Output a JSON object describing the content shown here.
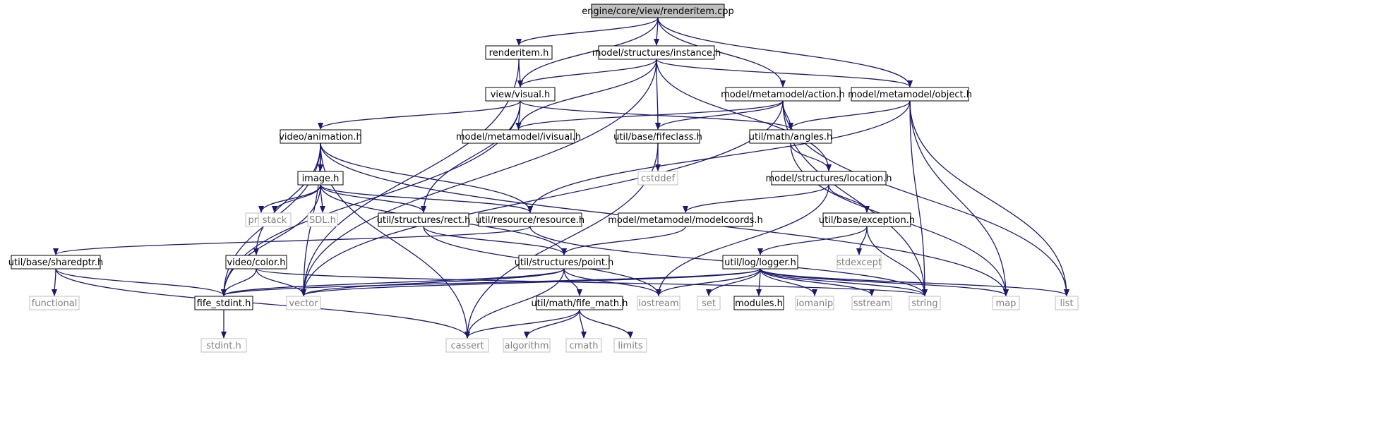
{
  "graph": {
    "colors": {
      "edge": "#191970",
      "node_border": "#000000",
      "ext_border": "#bfbfbf",
      "root_fill": "#bfbfbf",
      "text": "#000000",
      "ext_text": "#808080"
    },
    "nodes": [
      {
        "id": "root",
        "label": "engine/core/view/renderitem.cpp",
        "kind": "root"
      },
      {
        "id": "renderitem_h",
        "label": "renderitem.h",
        "kind": "file"
      },
      {
        "id": "instance_h",
        "label": "model/structures/instance.h",
        "kind": "file"
      },
      {
        "id": "visual_h",
        "label": "view/visual.h",
        "kind": "file"
      },
      {
        "id": "action_h",
        "label": "model/metamodel/action.h",
        "kind": "file"
      },
      {
        "id": "object_h",
        "label": "model/metamodel/object.h",
        "kind": "file"
      },
      {
        "id": "animation_h",
        "label": "video/animation.h",
        "kind": "file"
      },
      {
        "id": "ivisual_h",
        "label": "model/metamodel/ivisual.h",
        "kind": "file"
      },
      {
        "id": "fifeclass_h",
        "label": "util/base/fifeclass.h",
        "kind": "file"
      },
      {
        "id": "angles_h",
        "label": "util/math/angles.h",
        "kind": "file"
      },
      {
        "id": "cstddef",
        "label": "cstddef",
        "kind": "ext"
      },
      {
        "id": "image_h",
        "label": "image.h",
        "kind": "file"
      },
      {
        "id": "location_h",
        "label": "model/structures/location.h",
        "kind": "file"
      },
      {
        "id": "png_h",
        "label": "png.h",
        "kind": "ext"
      },
      {
        "id": "stack",
        "label": "stack",
        "kind": "ext"
      },
      {
        "id": "sdl_h",
        "label": "SDL.h",
        "kind": "ext"
      },
      {
        "id": "rect_h",
        "label": "util/structures/rect.h",
        "kind": "file"
      },
      {
        "id": "resource_h",
        "label": "util/resource/resource.h",
        "kind": "file"
      },
      {
        "id": "modelcoords_h",
        "label": "model/metamodel/modelcoords.h",
        "kind": "file"
      },
      {
        "id": "exception_h",
        "label": "util/base/exception.h",
        "kind": "file"
      },
      {
        "id": "sharedptr_h",
        "label": "util/base/sharedptr.h",
        "kind": "file"
      },
      {
        "id": "color_h",
        "label": "video/color.h",
        "kind": "file"
      },
      {
        "id": "point_h",
        "label": "util/structures/point.h",
        "kind": "file"
      },
      {
        "id": "stdexcept",
        "label": "stdexcept",
        "kind": "ext"
      },
      {
        "id": "logger_h",
        "label": "util/log/logger.h",
        "kind": "file"
      },
      {
        "id": "functional",
        "label": "functional",
        "kind": "ext"
      },
      {
        "id": "fife_stdint_h",
        "label": "fife_stdint.h",
        "kind": "file"
      },
      {
        "id": "vector",
        "label": "vector",
        "kind": "ext"
      },
      {
        "id": "fife_math_h",
        "label": "util/math/fife_math.h",
        "kind": "file"
      },
      {
        "id": "iostream",
        "label": "iostream",
        "kind": "ext"
      },
      {
        "id": "set",
        "label": "set",
        "kind": "ext"
      },
      {
        "id": "modules_h",
        "label": "modules.h",
        "kind": "file"
      },
      {
        "id": "iomanip",
        "label": "iomanip",
        "kind": "ext"
      },
      {
        "id": "sstream",
        "label": "sstream",
        "kind": "ext"
      },
      {
        "id": "string",
        "label": "string",
        "kind": "ext"
      },
      {
        "id": "map",
        "label": "map",
        "kind": "ext"
      },
      {
        "id": "list",
        "label": "list",
        "kind": "ext"
      },
      {
        "id": "stdint_h",
        "label": "stdint.h",
        "kind": "ext"
      },
      {
        "id": "cassert",
        "label": "cassert",
        "kind": "ext"
      },
      {
        "id": "algorithm",
        "label": "algorithm",
        "kind": "ext"
      },
      {
        "id": "cmath",
        "label": "cmath",
        "kind": "ext"
      },
      {
        "id": "limits",
        "label": "limits",
        "kind": "ext"
      }
    ],
    "edges": [
      [
        "root",
        "renderitem_h"
      ],
      [
        "root",
        "instance_h"
      ],
      [
        "root",
        "visual_h"
      ],
      [
        "root",
        "action_h"
      ],
      [
        "root",
        "object_h"
      ],
      [
        "renderitem_h",
        "visual_h"
      ],
      [
        "renderitem_h",
        "vector"
      ],
      [
        "instance_h",
        "visual_h"
      ],
      [
        "instance_h",
        "ivisual_h"
      ],
      [
        "instance_h",
        "fifeclass_h"
      ],
      [
        "instance_h",
        "location_h"
      ],
      [
        "instance_h",
        "object_h"
      ],
      [
        "instance_h",
        "vector"
      ],
      [
        "visual_h",
        "animation_h"
      ],
      [
        "visual_h",
        "ivisual_h"
      ],
      [
        "visual_h",
        "angles_h"
      ],
      [
        "visual_h",
        "rect_h"
      ],
      [
        "visual_h",
        "fife_stdint_h"
      ],
      [
        "action_h",
        "ivisual_h"
      ],
      [
        "action_h",
        "fifeclass_h"
      ],
      [
        "action_h",
        "angles_h"
      ],
      [
        "action_h",
        "string"
      ],
      [
        "action_h",
        "list"
      ],
      [
        "action_h",
        "vector"
      ],
      [
        "object_h",
        "angles_h"
      ],
      [
        "object_h",
        "resource_h"
      ],
      [
        "object_h",
        "string"
      ],
      [
        "object_h",
        "map"
      ],
      [
        "object_h",
        "list"
      ],
      [
        "animation_h",
        "image_h"
      ],
      [
        "animation_h",
        "resource_h"
      ],
      [
        "animation_h",
        "color_h"
      ],
      [
        "animation_h",
        "map"
      ],
      [
        "animation_h",
        "cassert"
      ],
      [
        "animation_h",
        "vector"
      ],
      [
        "animation_h",
        "fife_stdint_h"
      ],
      [
        "fifeclass_h",
        "cstddef"
      ],
      [
        "fifeclass_h",
        "cassert"
      ],
      [
        "angles_h",
        "location_h"
      ],
      [
        "angles_h",
        "map"
      ],
      [
        "image_h",
        "png_h"
      ],
      [
        "image_h",
        "stack"
      ],
      [
        "image_h",
        "sdl_h"
      ],
      [
        "image_h",
        "rect_h"
      ],
      [
        "image_h",
        "resource_h"
      ],
      [
        "image_h",
        "point_h"
      ],
      [
        "image_h",
        "fife_stdint_h"
      ],
      [
        "location_h",
        "modelcoords_h"
      ],
      [
        "location_h",
        "exception_h"
      ],
      [
        "location_h",
        "iostream"
      ],
      [
        "rect_h",
        "point_h"
      ],
      [
        "rect_h",
        "iostream"
      ],
      [
        "resource_h",
        "sharedptr_h"
      ],
      [
        "resource_h",
        "string"
      ],
      [
        "modelcoords_h",
        "point_h"
      ],
      [
        "exception_h",
        "logger_h"
      ],
      [
        "exception_h",
        "stdexcept"
      ],
      [
        "exception_h",
        "string"
      ],
      [
        "sharedptr_h",
        "functional"
      ],
      [
        "sharedptr_h",
        "fife_stdint_h"
      ],
      [
        "sharedptr_h",
        "cassert"
      ],
      [
        "color_h",
        "fife_stdint_h"
      ],
      [
        "color_h",
        "vector"
      ],
      [
        "color_h",
        "string"
      ],
      [
        "point_h",
        "fife_math_h"
      ],
      [
        "point_h",
        "iostream"
      ],
      [
        "point_h",
        "cassert"
      ],
      [
        "point_h",
        "vector"
      ],
      [
        "point_h",
        "fife_stdint_h"
      ],
      [
        "logger_h",
        "fife_stdint_h"
      ],
      [
        "logger_h",
        "vector"
      ],
      [
        "logger_h",
        "iostream"
      ],
      [
        "logger_h",
        "set"
      ],
      [
        "logger_h",
        "modules_h"
      ],
      [
        "logger_h",
        "iomanip"
      ],
      [
        "logger_h",
        "sstream"
      ],
      [
        "logger_h",
        "string"
      ],
      [
        "logger_h",
        "map"
      ],
      [
        "logger_h",
        "list"
      ],
      [
        "fife_stdint_h",
        "stdint_h"
      ],
      [
        "fife_math_h",
        "cassert"
      ],
      [
        "fife_math_h",
        "algorithm"
      ],
      [
        "fife_math_h",
        "cmath"
      ],
      [
        "fife_math_h",
        "limits"
      ]
    ]
  }
}
